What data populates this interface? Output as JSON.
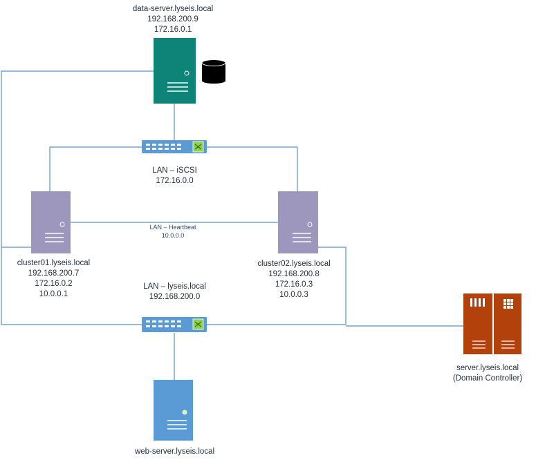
{
  "colors": {
    "line": "#5b8fc9",
    "data_server": "#0e8377",
    "cluster": "#9d97bd",
    "web_server": "#5b9bd5",
    "domain_controller": "#b2410c",
    "switch": "#5b9bd5",
    "switch_icon": "#8fd14f"
  },
  "data_server": {
    "hostname": "data-server.lyseis.local",
    "ip_lan": "192.168.200.9",
    "ip_iscsi": "172.16.0.1",
    "icon": "server-icon",
    "storage_icon": "database-icon"
  },
  "lan_iscsi": {
    "name": "LAN – iSCSI",
    "subnet": "172.16.0.0",
    "icon": "network-switch-icon"
  },
  "heartbeat": {
    "name": "LAN – Heartbeat",
    "subnet": "10.0.0.0"
  },
  "cluster01": {
    "hostname": "cluster01.lyseis.local",
    "ip_lan": "192.168.200.7",
    "ip_iscsi": "172.16.0.2",
    "ip_heartbeat": "10.0.0.1",
    "icon": "server-icon"
  },
  "cluster02": {
    "hostname": "cluster02.lyseis.local",
    "ip_lan": "192.168.200.8",
    "ip_iscsi": "172.16.0.3",
    "ip_heartbeat": "10.0.0.3",
    "icon": "server-icon"
  },
  "lan_lyseis": {
    "name": "LAN – lyseis.local",
    "subnet": "192.168.200.0",
    "icon": "network-switch-icon"
  },
  "domain_controller": {
    "hostname": "server.lyseis.local",
    "role": "(Domain Controller)",
    "icon": "rack-server-icon"
  },
  "web_server": {
    "hostname": "web-server.lyseis.local",
    "icon": "server-icon"
  }
}
